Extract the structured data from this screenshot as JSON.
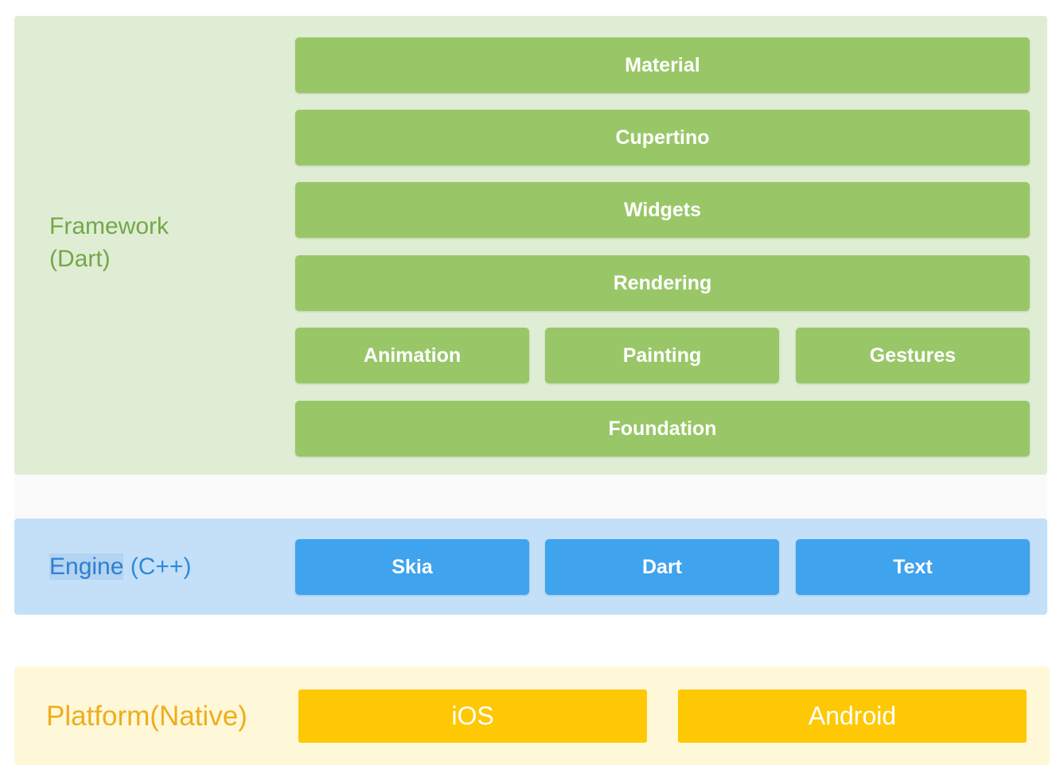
{
  "layers": {
    "framework": {
      "label_line1": "Framework",
      "label_line2": "(Dart)",
      "color": "#72a849",
      "background": "#e0edd5",
      "box_color": "#99c768",
      "components": {
        "material": "Material",
        "cupertino": "Cupertino",
        "widgets": "Widgets",
        "rendering": "Rendering",
        "animation": "Animation",
        "painting": "Painting",
        "gestures": "Gestures",
        "foundation": "Foundation"
      }
    },
    "engine": {
      "label_highlight": "Engine",
      "label_rest": " (C++)",
      "color": "#2f8ad8",
      "background": "#c3e0f8",
      "box_color": "#3fa3ed",
      "components": {
        "skia": "Skia",
        "dart": "Dart",
        "text": "Text"
      }
    },
    "platform": {
      "label": "Platform(Native)",
      "color": "#efad1b",
      "background": "#fef8d9",
      "box_color": "#fec805",
      "components": {
        "ios": "iOS",
        "android": "Android"
      }
    }
  }
}
